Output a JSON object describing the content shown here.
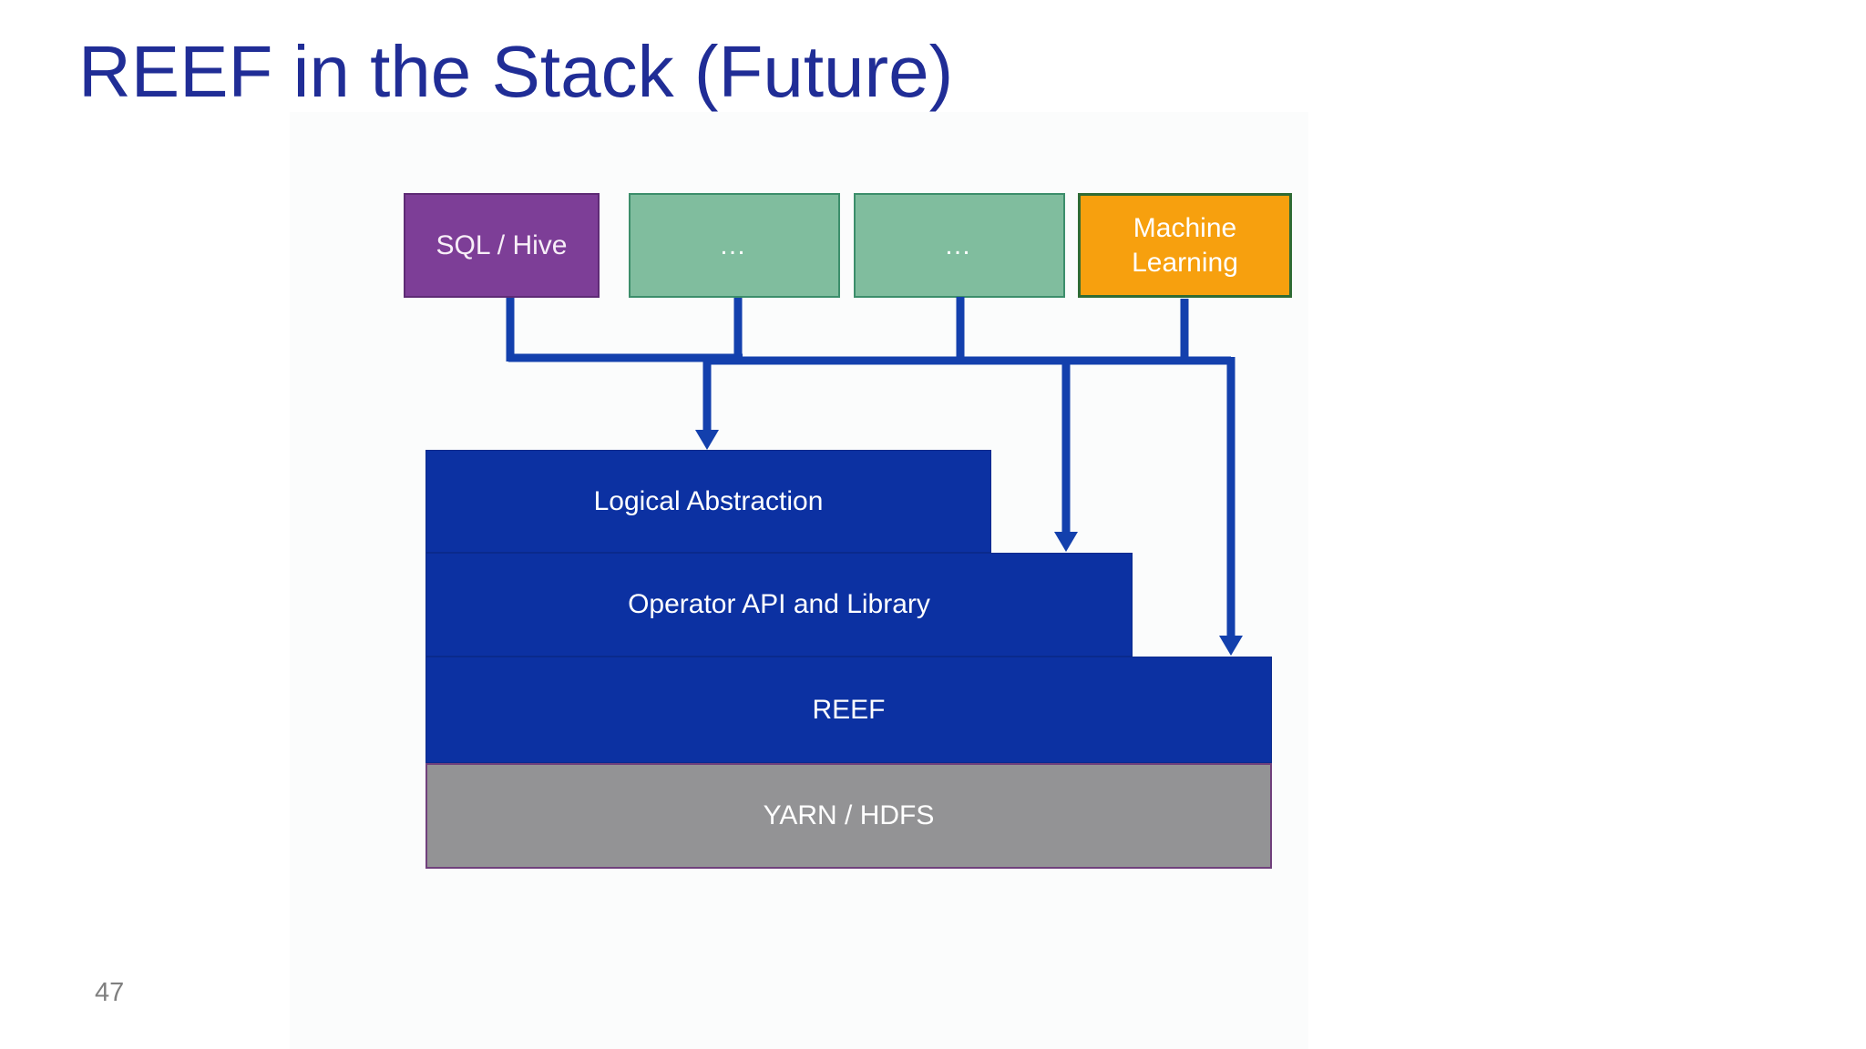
{
  "slide": {
    "title": "REEF in the Stack (Future)",
    "page_number": "47",
    "title_color": "#202d96",
    "background_color": "#ffffff"
  },
  "diagram": {
    "connector_color": "#1340ad",
    "top_boxes": [
      {
        "label": "SQL / Hive",
        "fill": "#7d3e97",
        "border": "#5e2b75",
        "text_color": "#f7eef7"
      },
      {
        "label": "…",
        "fill": "#80bd9e",
        "border": "#3c8e6b",
        "text_color": "#ffffff"
      },
      {
        "label": "…",
        "fill": "#80bd9e",
        "border": "#3c8e6b",
        "text_color": "#ffffff"
      },
      {
        "label": "Machine Learning",
        "fill": "#f7a00e",
        "border": "#2f6b34",
        "text_color": "#ffffff"
      }
    ],
    "layers": [
      {
        "label": "Logical Abstraction",
        "fill": "#0c31a2",
        "border": "#0a2a8c",
        "text_color": "#ffffff"
      },
      {
        "label": "Operator API and Library",
        "fill": "#0c31a2",
        "border": "#0a2a8c",
        "text_color": "#ffffff"
      },
      {
        "label": "REEF",
        "fill": "#0c31a2",
        "border": "#0a2a8c",
        "text_color": "#ffffff"
      },
      {
        "label": "YARN / HDFS",
        "fill": "#939395",
        "border": "#70407c",
        "text_color": "#ffffff"
      }
    ]
  }
}
